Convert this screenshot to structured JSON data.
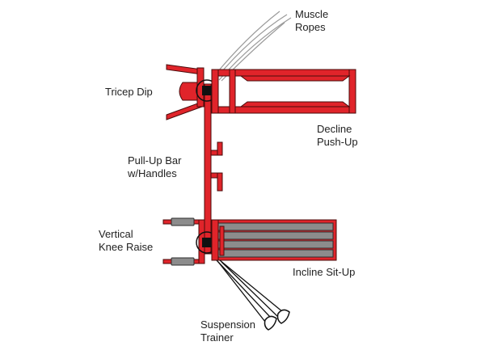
{
  "labels": {
    "muscle_ropes": [
      "Muscle",
      "Ropes"
    ],
    "tricep_dip": "Tricep Dip",
    "decline_push_up": [
      "Decline",
      "Push-Up"
    ],
    "pull_up_bar": [
      "Pull-Up Bar",
      "w/Handles"
    ],
    "vertical_knee_raise": [
      "Vertical",
      "Knee Raise"
    ],
    "incline_sit_up": "Incline Sit-Up",
    "suspension_trainer": [
      "Suspension",
      "Trainer"
    ]
  },
  "colors": {
    "frame_red": "#e0242a",
    "frame_outline": "#4a0b0b",
    "pad_gray": "#8c8c8c",
    "pad_outline": "#2e2e2e",
    "rope_gray": "#9a9a9a",
    "hinge_black": "#111111"
  }
}
